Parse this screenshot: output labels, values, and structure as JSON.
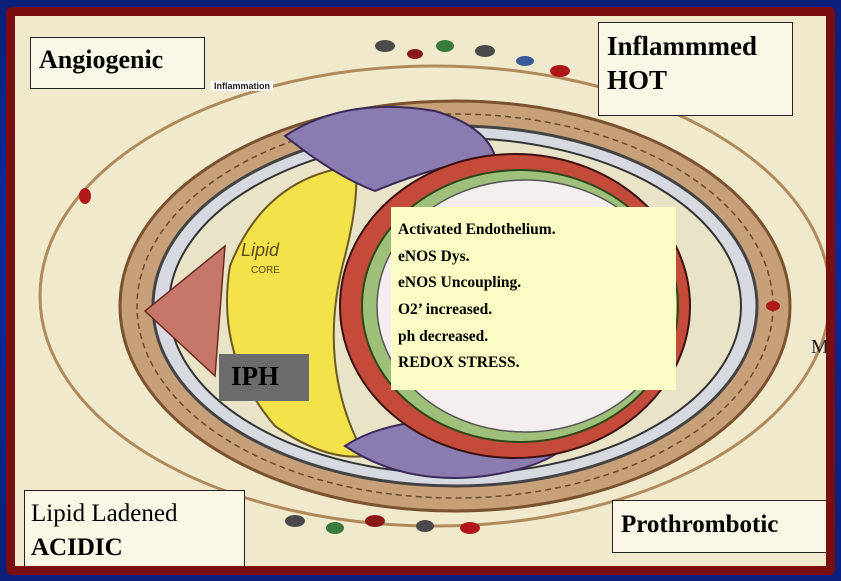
{
  "labels": {
    "angiogenic": "Angiogenic",
    "inflamed_line1": "Inflammmed",
    "inflamed_line2": "HOT",
    "lipid_line1": "Lipid Ladened",
    "lipid_line2": "ACIDIC",
    "prothrombotic": "Prothrombotic",
    "inflammation_tag": "Inflammation",
    "iph": "IPH",
    "side_letter": "M",
    "lipid_core": "Lipid",
    "lipid_core_sub": "CORE"
  },
  "info_box": {
    "lines": [
      "Activated Endothelium.",
      "eNOS Dys.",
      "eNOS Uncoupling.",
      "O2’ increased.",
      "ph  decreased.",
      "REDOX STRESS."
    ]
  },
  "colors": {
    "frame_border": "#7a0d0d",
    "background": "#0b2a9c",
    "parchment": "#f1e9cc",
    "lipid_core": "#f3e24a",
    "endothelium_red": "#d0302a",
    "plaque_purple": "#8a7bb0",
    "adventitia_brown": "#a0724a",
    "info_box": "#fbfcc4",
    "iph_box": "#6b6b6b"
  }
}
